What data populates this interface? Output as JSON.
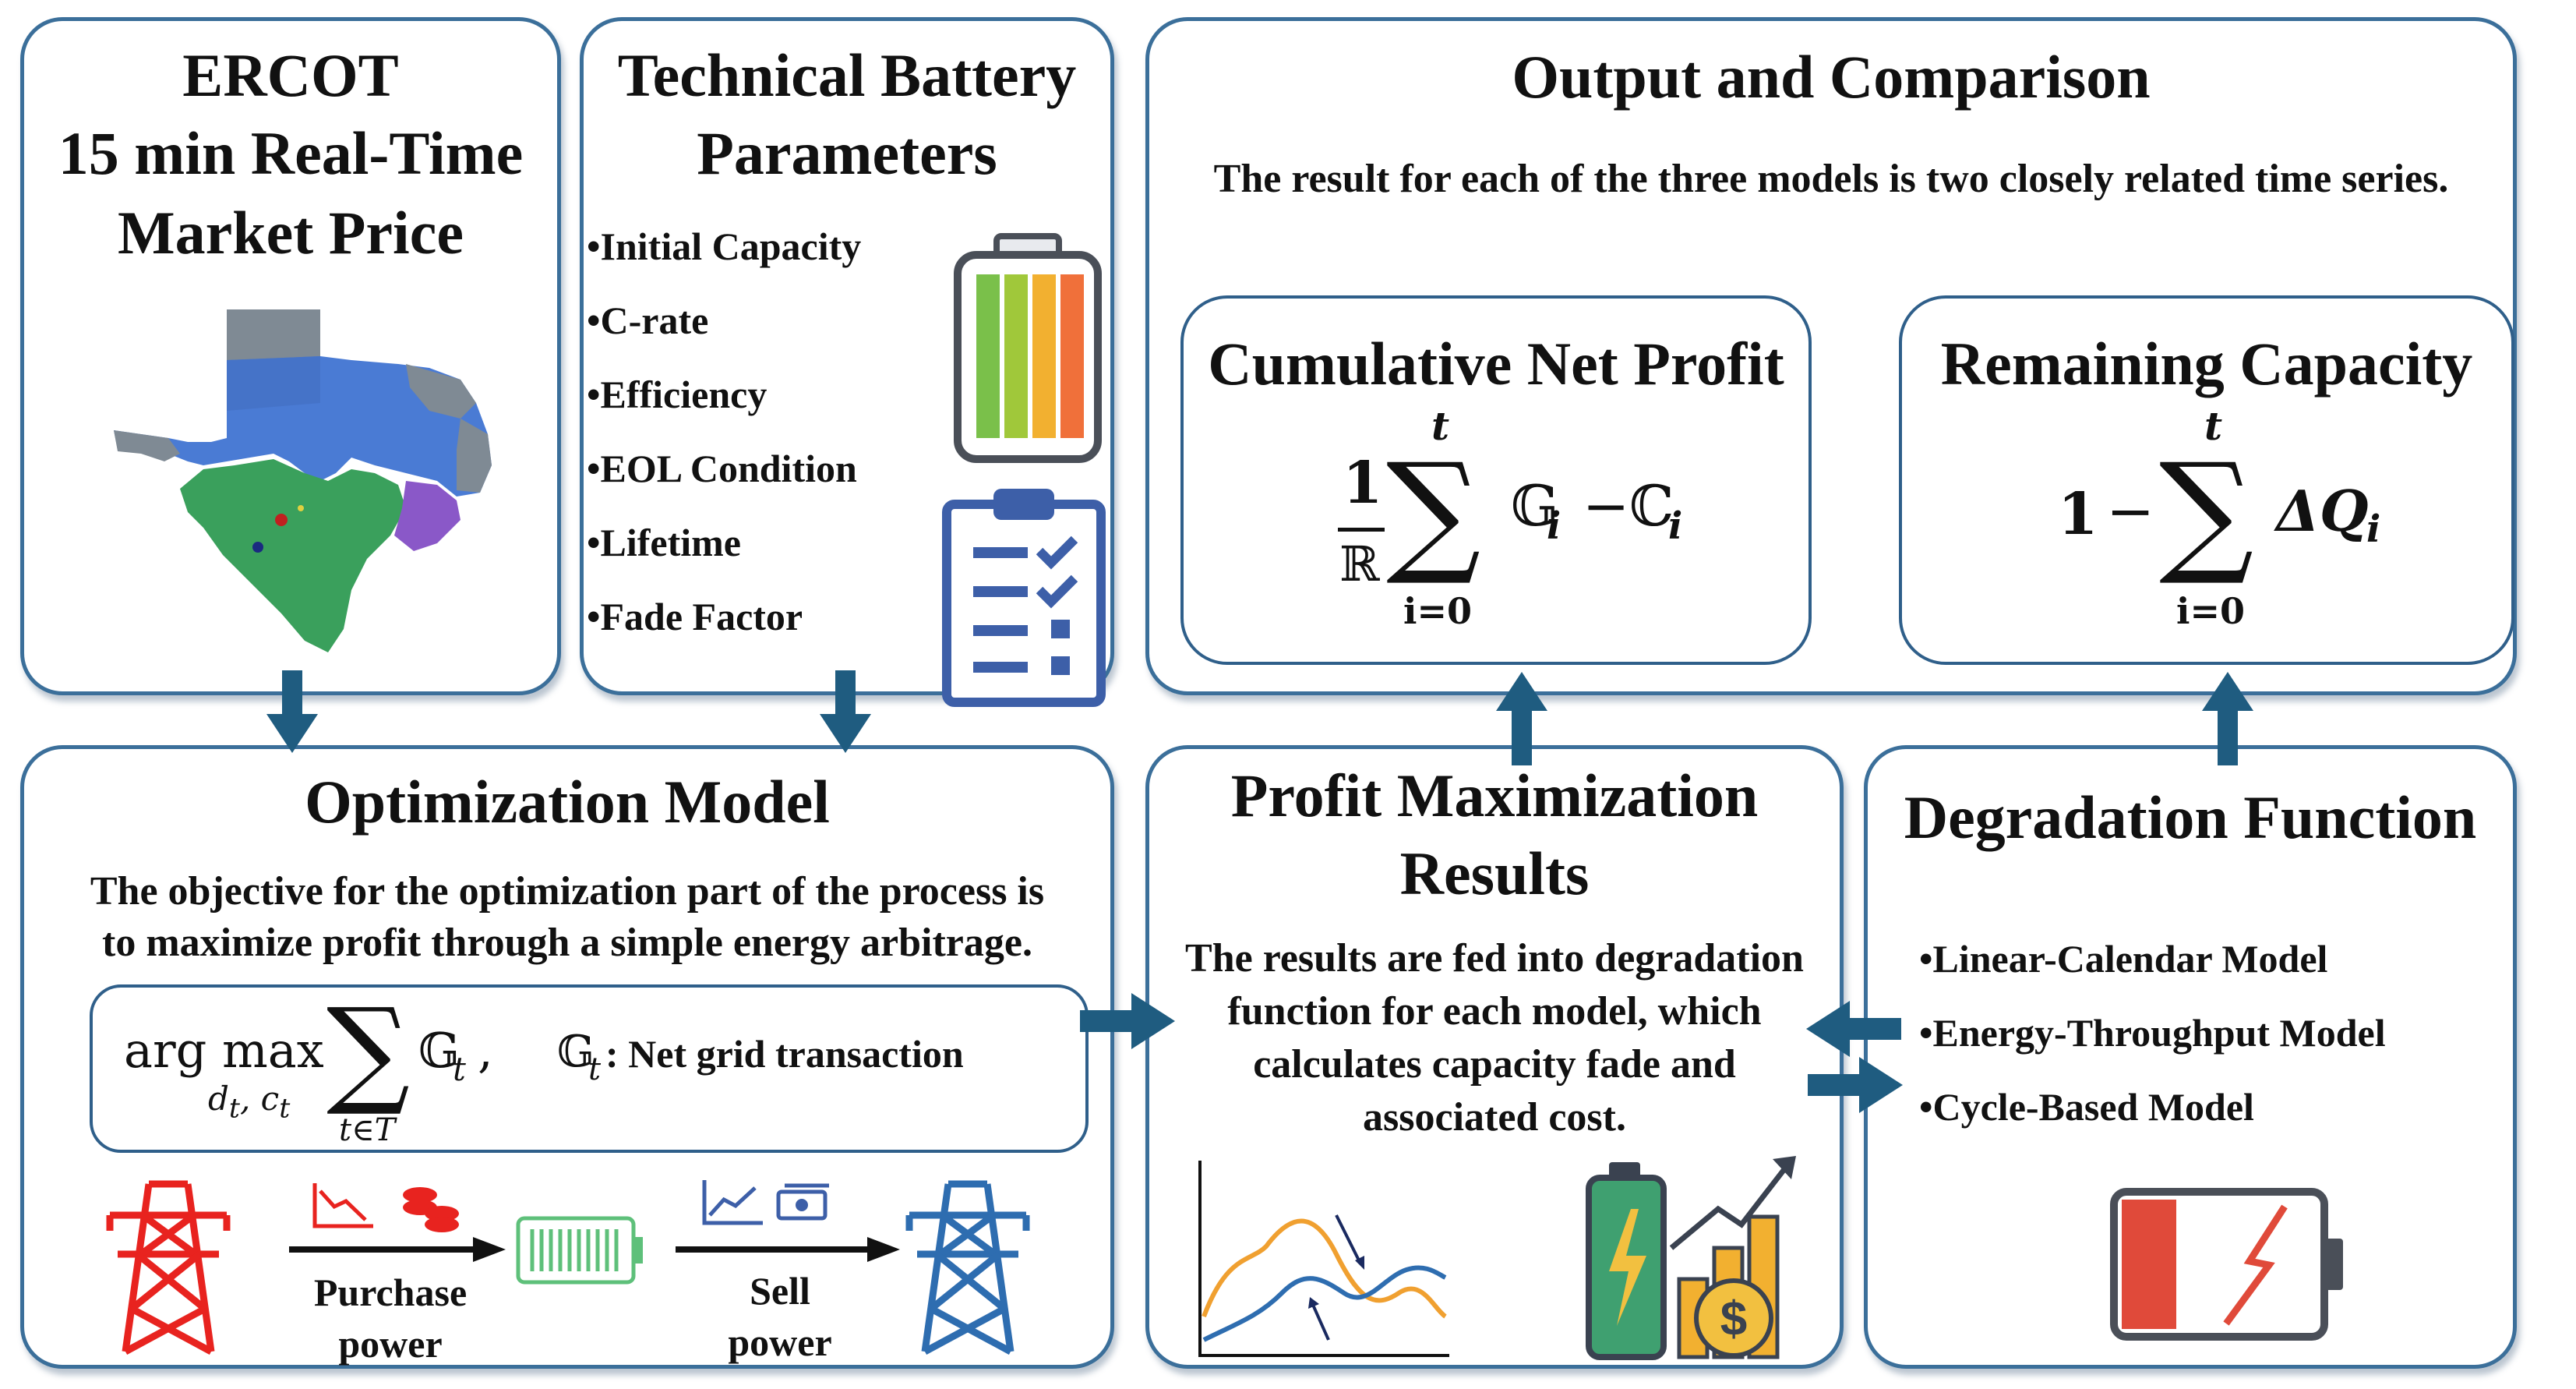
{
  "ercot": {
    "title_lines": [
      "ERCOT",
      "15 min Real-Time",
      "Market Price"
    ]
  },
  "battery_params": {
    "title_lines": [
      "Technical Battery",
      "Parameters"
    ],
    "items": [
      "•Initial Capacity",
      "•C-rate",
      "•Efficiency",
      "•EOL Condition",
      "•Lifetime",
      "•Fade Factor"
    ]
  },
  "output": {
    "title": "Output and Comparison",
    "subtitle": "The result for each of the three models is two closely related time series.",
    "profit_box": {
      "title": "Cumulative Net Profit",
      "frac_num": "1",
      "frac_den": "ℝ",
      "upper": "t",
      "lower": "i=0",
      "term1": "𝔾",
      "sub1": "i",
      "minus": "−",
      "term2": "ℂ",
      "sub2": "i"
    },
    "capacity_box": {
      "title": "Remaining Capacity",
      "one": "1",
      "minus": "−",
      "upper": "t",
      "lower": "i=0",
      "term": "ΔQ",
      "sub": "i"
    }
  },
  "optimization": {
    "title": "Optimization Model",
    "desc_lines": [
      "The objective for the optimization part of the process is",
      "to maximize profit through a simple energy arbitrage."
    ],
    "formula": {
      "argmax": "arg max",
      "vars": "d_t, c_t",
      "sum_lower": "t∈T",
      "term": "𝔾",
      "term_sub": "t",
      "comma": ",",
      "def_sym": "𝔾",
      "def_sub": "t",
      "def_text": ": Net grid transaction"
    },
    "purchase_label_lines": [
      "Purchase",
      "power"
    ],
    "sell_label_lines": [
      "Sell",
      "power"
    ]
  },
  "profit_results": {
    "title_lines": [
      "Profit Maximization",
      "Results"
    ],
    "desc_lines": [
      "The results are fed into degradation",
      "function for each model, which",
      "calculates capacity fade and",
      "associated cost."
    ]
  },
  "degradation": {
    "title": "Degradation Function",
    "items": [
      "•Linear-Calendar Model",
      "•Energy-Throughput Model",
      "•Cycle-Based Model"
    ]
  },
  "colors": {
    "border": "#3b6f9a",
    "arrow": "#1f5c80",
    "tower_red": "#e8231f",
    "tower_blue": "#2e6db0",
    "battery_red": "#e04a3a",
    "clipboard": "#3d5fa8"
  }
}
